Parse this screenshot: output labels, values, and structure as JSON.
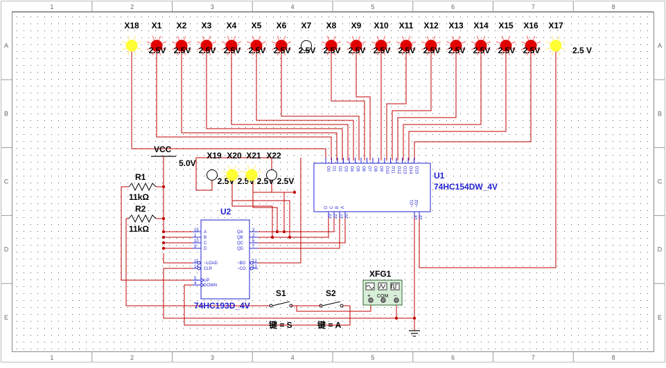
{
  "border": {
    "columns": [
      "1",
      "2",
      "3",
      "4",
      "5",
      "6",
      "7",
      "8"
    ],
    "rows": [
      "A",
      "B",
      "C",
      "D",
      "E"
    ]
  },
  "probes": {
    "top_labels": [
      "X18",
      "X1",
      "X2",
      "X3",
      "X4",
      "X5",
      "X6",
      "X7",
      "X8",
      "X9",
      "X10",
      "X11",
      "X12",
      "X13",
      "X14",
      "X15",
      "X16",
      "X17"
    ],
    "top_states": [
      "on-yellow",
      "on-red",
      "on-red",
      "on-red",
      "on-red",
      "on-red",
      "on-red",
      "off",
      "on-red",
      "on-red",
      "on-red",
      "on-red",
      "on-red",
      "on-red",
      "on-red",
      "on-red",
      "on-red",
      "on-yellow"
    ],
    "voltage": "2.5V",
    "last_voltage": "2.5 V",
    "bottom_labels": [
      "X19",
      "X20",
      "X21",
      "X22"
    ],
    "bottom_states": [
      "off",
      "on-yellow",
      "on-yellow",
      "off"
    ],
    "bottom_voltages": [
      "2.5V",
      "2.5V",
      "2.5V",
      "2.5V"
    ]
  },
  "power": {
    "label": "VCC",
    "value": "5.0V"
  },
  "resistors": [
    {
      "name": "R1",
      "value": "11kΩ"
    },
    {
      "name": "R2",
      "value": "11kΩ"
    }
  ],
  "u1": {
    "ref": "U1",
    "part": "74HC154DW_4V",
    "outputs": [
      "O0",
      "O1",
      "O2",
      "O3",
      "O4",
      "O5",
      "O6",
      "O7",
      "O8",
      "O9",
      "O10",
      "O11",
      "O12",
      "O13",
      "O14",
      "O15"
    ],
    "inputs": [
      "D",
      "C",
      "B",
      "A"
    ],
    "input_pins": [
      "23",
      "22",
      "21",
      "20"
    ],
    "enables": [
      "~G1",
      "~G2"
    ],
    "enable_pins": [
      "18",
      "19"
    ]
  },
  "u2": {
    "ref": "U2",
    "part": "74HC193D_4V",
    "left_pins": [
      "15",
      "1",
      "10",
      "9",
      "11",
      "14",
      "5",
      "4"
    ],
    "left_labels": [
      "A",
      "B",
      "C",
      "D",
      "~LOAD",
      "CLR",
      "UP",
      "DOWN"
    ],
    "right_pins": [
      "3",
      "2",
      "6",
      "7",
      "12",
      "13"
    ],
    "right_labels": [
      "QA",
      "QB",
      "QC",
      "QD",
      "~BO",
      "~CO"
    ]
  },
  "switches": [
    {
      "name": "S1",
      "key": "键 = S"
    },
    {
      "name": "S2",
      "key": "键 = A"
    }
  ],
  "function_generator": {
    "name": "XFG1",
    "terminals": [
      "+",
      "COM",
      "−"
    ]
  },
  "colors": {
    "wire": "#c00000",
    "component": "#1f1fd0",
    "probe_on_red": "#e00000",
    "probe_on_yellow": "#ffff33",
    "grid_dot": "#555555"
  }
}
